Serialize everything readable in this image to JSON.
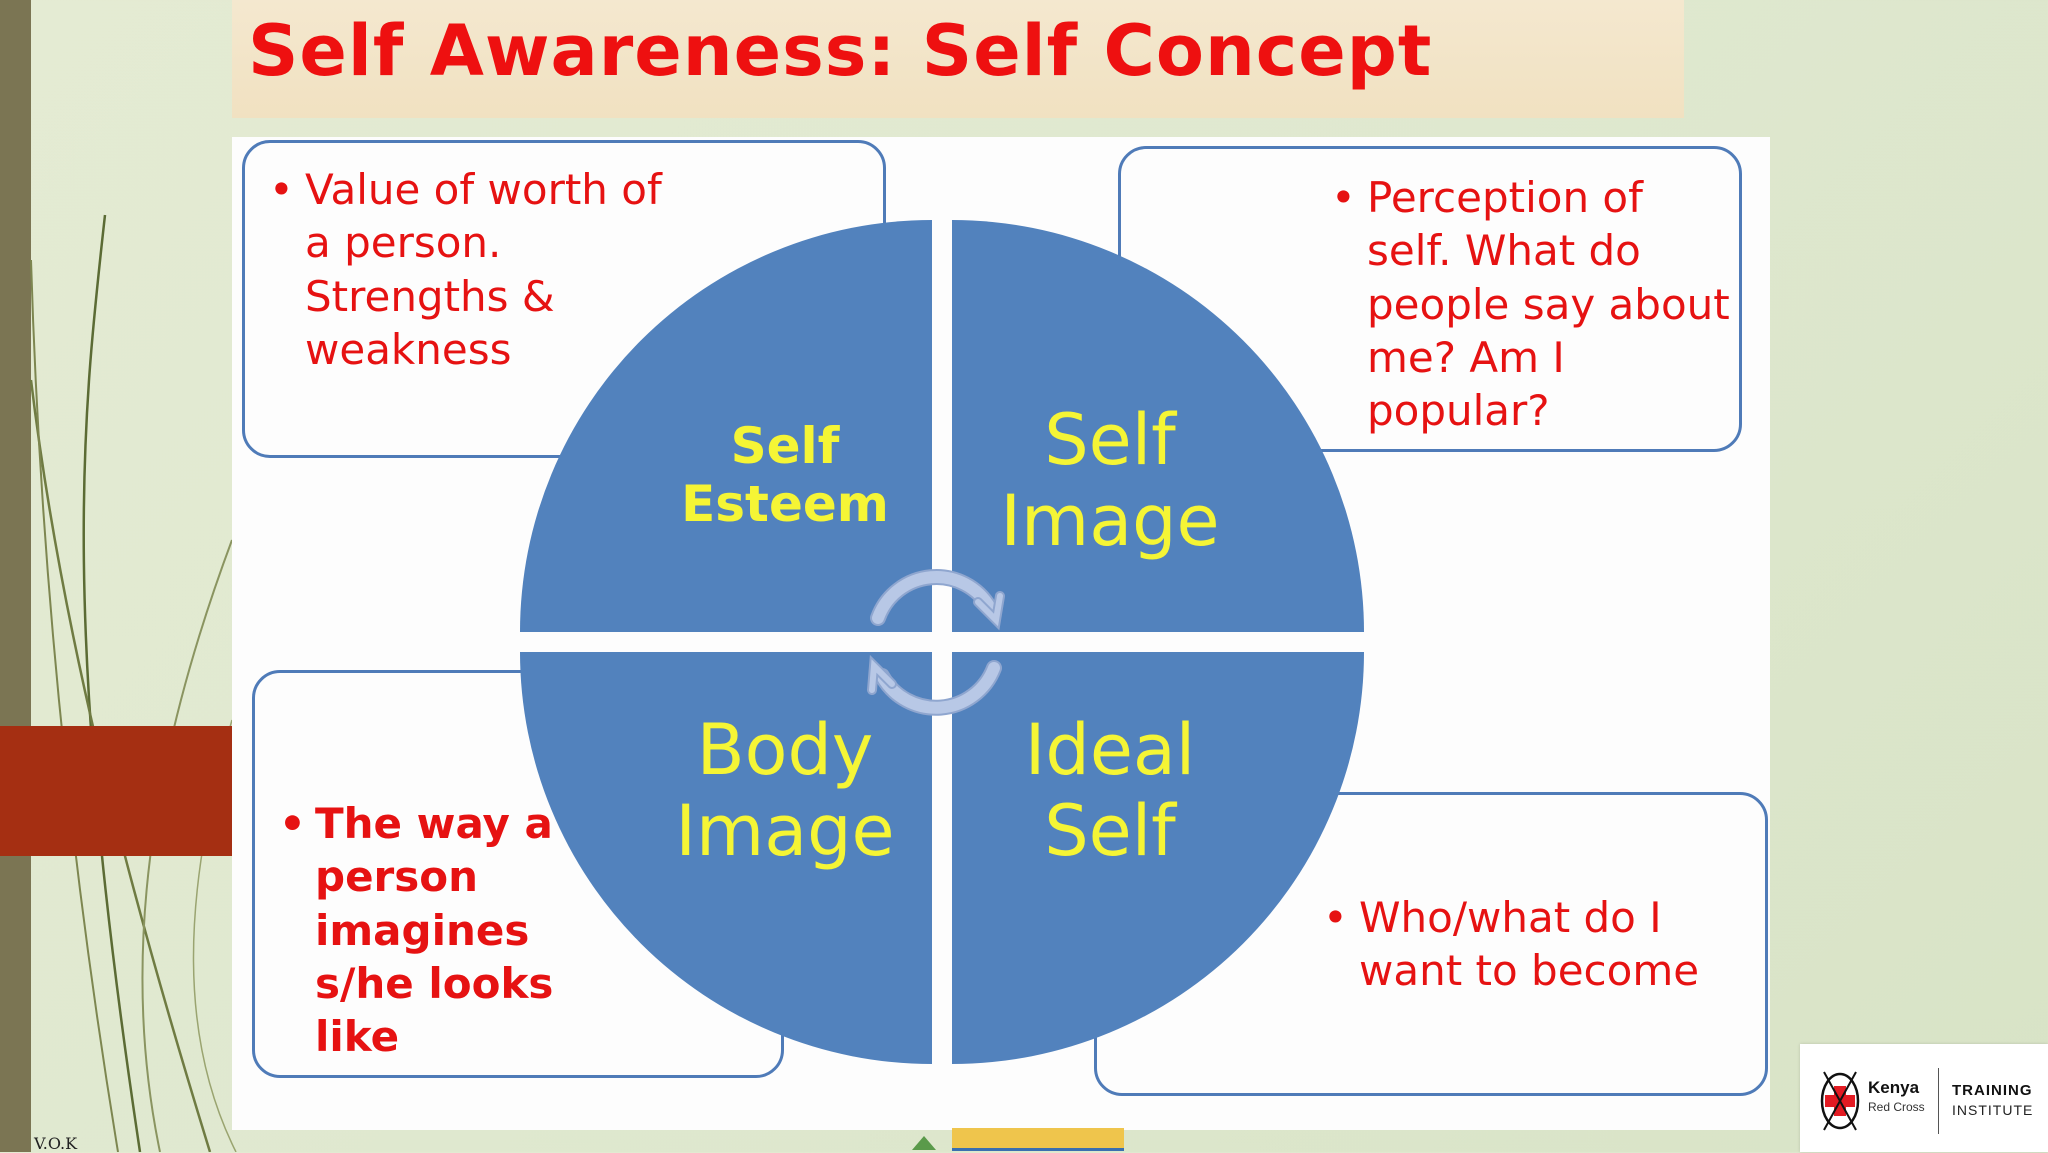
{
  "title": "Self Awareness: Self Concept",
  "footer_initials": "V.O.K",
  "quadrants": {
    "top_left": [
      "Self",
      "Esteem"
    ],
    "top_right": [
      "Self",
      "Image"
    ],
    "bottom_left": [
      "Body",
      "Image"
    ],
    "bottom_right": [
      "Ideal",
      "Self"
    ]
  },
  "callouts": {
    "self_esteem": "Value of worth of a person. Strengths & weakness",
    "self_image": "Perception of self. What do people say about me? Am I popular?",
    "body_image": "The way a person imagines s/he looks like",
    "ideal_self": "Who/what do I want to become"
  },
  "logo": {
    "org_line1": "Kenya",
    "org_line2": "Red Cross",
    "unit_line1": "TRAINING",
    "unit_line2": "INSTITUTE"
  },
  "colors": {
    "title_red": "#ee1010",
    "quadrant_blue": "#5282bd",
    "quadrant_text": "#f5f535",
    "callout_border": "#4f7bb8",
    "callout_text": "#e61212"
  }
}
